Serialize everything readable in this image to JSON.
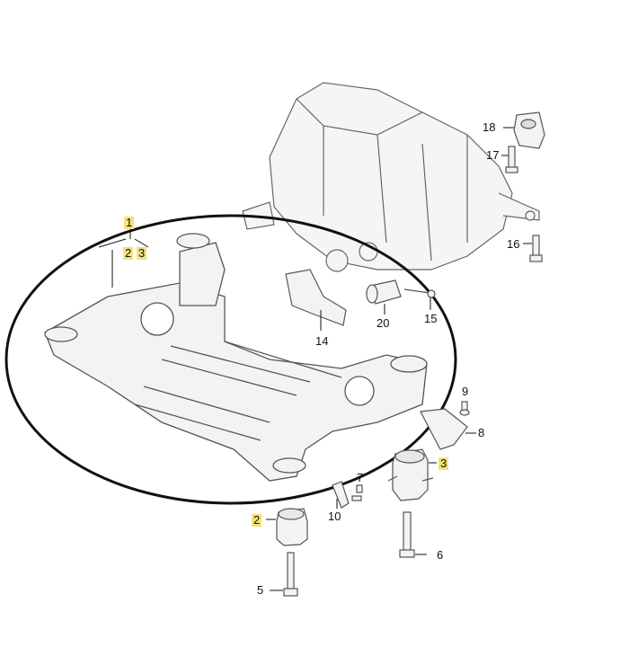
{
  "labels": {
    "p1": "1",
    "p2a": "2",
    "p3a": "3",
    "p2b": "2",
    "p3b": "3",
    "p5": "5",
    "p6": "6",
    "p7": "7",
    "p8": "8",
    "p9": "9",
    "p10": "10",
    "p14": "14",
    "p15": "15",
    "p16": "16",
    "p17": "17",
    "p18": "18",
    "p20": "20"
  },
  "colors": {
    "highlight": "#f5e27a",
    "line": "#111111",
    "part_fill": "#f4f4f4",
    "part_stroke": "#555555"
  },
  "icons": [
    "subframe",
    "transmission",
    "mount",
    "bolt",
    "bracket"
  ]
}
